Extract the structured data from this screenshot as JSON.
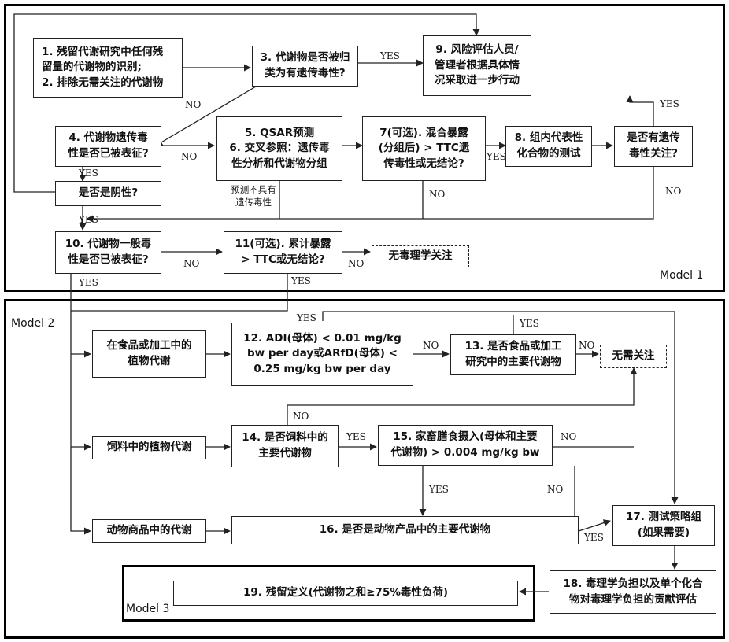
{
  "models": {
    "m1": "Model 1",
    "m2": "Model 2",
    "m3": "Model 3"
  },
  "boxes": {
    "b1": "1. 残留代谢研究中任何残\n留量的代谢物的识别;\n2. 排除无需关注的代谢物",
    "b3": "3. 代谢物是否被归\n类为有遗传毒性?",
    "b9": "9. 风险评估人员/\n管理者根据具体情\n况采取进一步行动",
    "b4": "4. 代谢物遗传毒\n性是否已被表征?",
    "b5": "5. QSAR预测\n6. 交叉参照：遗传毒\n性分析和代谢物分组",
    "b7": "7(可选). 混合暴露\n(分组后) > TTC遗\n传毒性或无结论?",
    "b8": "8. 组内代表性\n化合物的测试",
    "bg": "是否有遗传\n毒性关注?",
    "bneg": "是否是阴性?",
    "b10": "10. 代谢物一般毒\n性是否已被表征?",
    "b11": "11(可选). 累计暴露\n> TTC或无结论?",
    "bnotox": "无毒理学关注",
    "bfood": "在食品或加工中的\n植物代谢",
    "b12": "12. ADI(母体) < 0.01 mg/kg\nbw per day或ARfD(母体) <\n0.25 mg/kg bw per day",
    "b13": "13. 是否食品或加工\n研究中的主要代谢物",
    "bnone": "无需关注",
    "bfeed": "饲料中的植物代谢",
    "b14": "14. 是否饲料中的\n主要代谢物",
    "b15": "15. 家畜膳食摄入(母体和主要\n代谢物) > 0.004 mg/kg bw",
    "banim": "动物商品中的代谢",
    "b16": "16. 是否是动物产品中的主要代谢物",
    "b17": "17. 测试策略组\n(如果需要)",
    "b18": "18. 毒理学负担以及单个化合\n物对毒理学负担的贡献评估",
    "b19": "19. 残留定义(代谢物之和≥75%毒性负荷)"
  },
  "note_predict": "预测不具有\n遗传毒性",
  "labels": {
    "yes": "YES",
    "no": "NO"
  }
}
